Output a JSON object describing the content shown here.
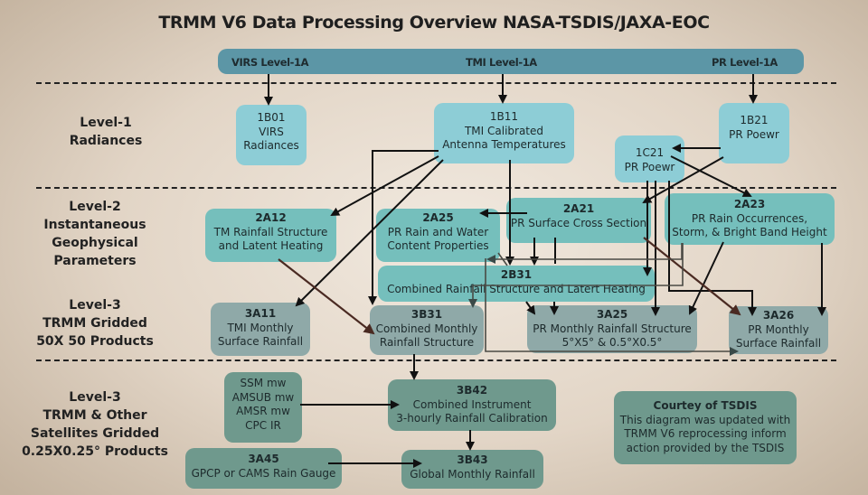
{
  "title": "TRMM V6 Data Processing Overview NASA-TSDIS/JAXA-EOC",
  "source_bar": {
    "virs": "VIRS Level-1A",
    "tmi": "TMI Level-1A",
    "pr": "PR Level-1A"
  },
  "levels": {
    "level1": [
      "Level-1",
      "Radiances"
    ],
    "level2": [
      "Level-2",
      "Instantaneous",
      "Geophysical",
      "Parameters"
    ],
    "level3_trmm": [
      "Level-3",
      "TRMM Gridded",
      "50X 50 Products"
    ],
    "level3_other": [
      "Level-3",
      "TRMM & Other",
      "Satellites Gridded",
      "0.25X0.25° Products"
    ]
  },
  "products": {
    "1B01": {
      "code": "1B01",
      "lines": [
        "VIRS",
        "Radiances"
      ]
    },
    "1B11": {
      "code": "1B11",
      "lines": [
        "TMI Calibrated",
        "Antenna Temperatures"
      ]
    },
    "1B21": {
      "code": "1B21",
      "lines": [
        "PR Poewr"
      ]
    },
    "1C21": {
      "code": "1C21",
      "lines": [
        "PR Poewr"
      ]
    },
    "2A12": {
      "code": "2A12",
      "lines": [
        "TM Rainfall Structure",
        "and Latent Heating"
      ]
    },
    "2A25": {
      "code": "2A25",
      "lines": [
        "PR Rain and Water",
        "Content Properties"
      ]
    },
    "2A21": {
      "code": "2A21",
      "lines": [
        "PR Surface Cross Section"
      ]
    },
    "2A23": {
      "code": "2A23",
      "lines": [
        "PR Rain Occurrences,",
        "Storm, & Bright Band Height"
      ]
    },
    "2B31": {
      "code": "2B31",
      "lines": [
        "Combined Rainfall Structure and Latert Heating"
      ]
    },
    "3A11": {
      "code": "3A11",
      "lines": [
        "TMI Monthly",
        "Surface Rainfall"
      ]
    },
    "3B31": {
      "code": "3B31",
      "lines": [
        "Combined Monthly",
        "Rainfall Structure"
      ]
    },
    "3A25": {
      "code": "3A25",
      "lines": [
        "PR Monthly Rainfall Structure",
        "5°X5° & 0.5°X0.5°"
      ]
    },
    "3A26": {
      "code": "3A26",
      "lines": [
        "PR Monthly",
        "Surface Rainfall"
      ]
    },
    "other_inputs": {
      "lines": [
        "SSM mw",
        "AMSUB mw",
        "AMSR mw",
        "CPC IR"
      ]
    },
    "3B42": {
      "code": "3B42",
      "lines": [
        "Combined Instrument",
        "3-hourly Rainfall Calibration"
      ]
    },
    "3A45": {
      "code": "3A45",
      "lines": [
        "GPCP or CAMS Rain Gauge"
      ]
    },
    "3B43": {
      "code": "3B43",
      "lines": [
        "Global Monthly Rainfall"
      ]
    }
  },
  "credit": {
    "heading": "Courtey of TSDIS",
    "lines": [
      "This diagram was updated with",
      "TRMM V6 reprocessing inform",
      "action provided by the TSDIS"
    ]
  },
  "colors": {
    "level1_box": "#8dcdd6",
    "level2_box": "#75bfbc",
    "level3_box": "#8fa9a8",
    "level3_other_box": "#6f998d",
    "source_bar": "#5c96a6"
  }
}
